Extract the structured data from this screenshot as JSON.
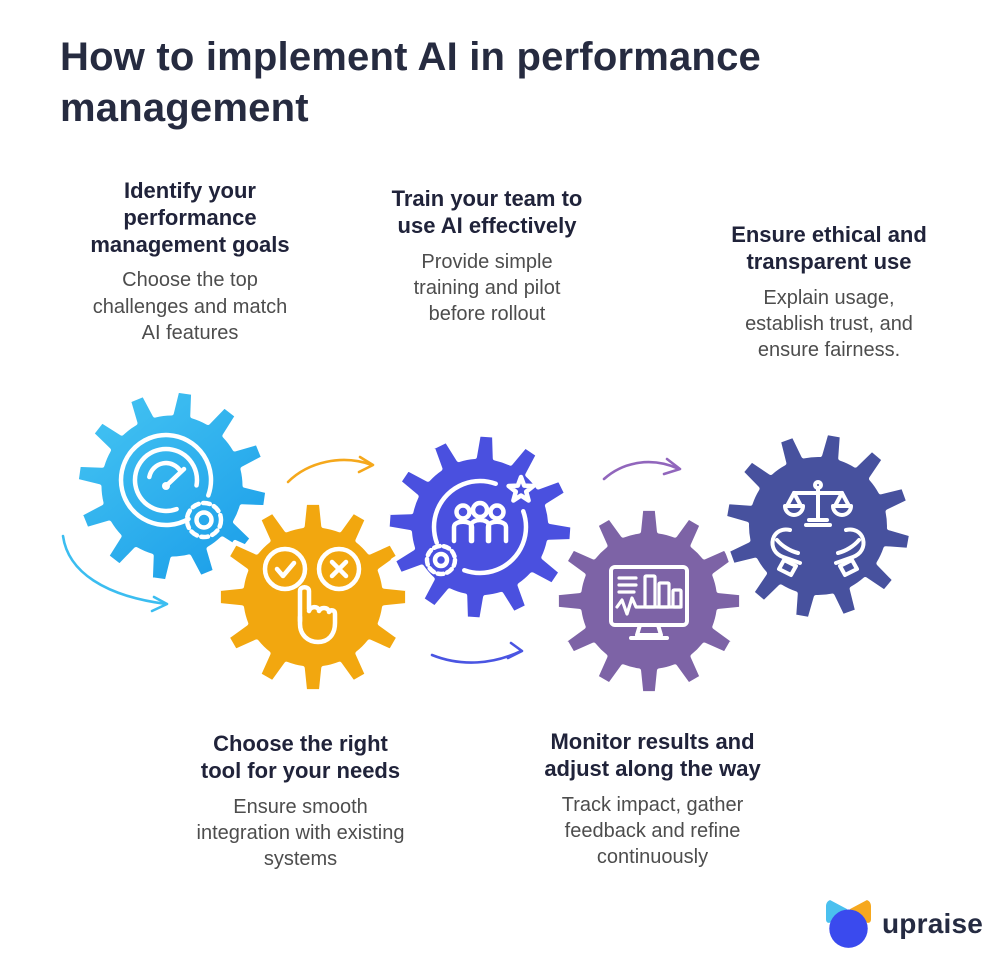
{
  "title_lines": [
    "How to implement AI in performance",
    "management"
  ],
  "steps": [
    {
      "heading_lines": [
        "Identify your",
        "performance",
        "management goals"
      ],
      "description_lines": [
        "Choose the top",
        "challenges and match",
        "AI features"
      ],
      "gear_color": "#2BAAEA",
      "gear_gradient": [
        "#47C6F3",
        "#189BE8"
      ],
      "icon": "performance-gauge"
    },
    {
      "heading_lines": [
        "Choose the right",
        "tool for your needs"
      ],
      "description_lines": [
        "Ensure smooth",
        "integration with existing",
        "systems"
      ],
      "gear_color": "#F2A70F",
      "icon": "select-check-cross"
    },
    {
      "heading_lines": [
        "Train your team to",
        "use AI effectively"
      ],
      "description_lines": [
        "Provide simple",
        "training and pilot",
        "before rollout"
      ],
      "gear_color": "#4A50DF",
      "icon": "team-with-star"
    },
    {
      "heading_lines": [
        "Monitor results and",
        "adjust along the way"
      ],
      "description_lines": [
        "Track impact, gather",
        "feedback and refine",
        "continuously"
      ],
      "gear_color": "#7D63A6",
      "icon": "monitor-analytics"
    },
    {
      "heading_lines": [
        "Ensure ethical and",
        "transparent use"
      ],
      "description_lines": [
        "Explain usage,",
        "establish trust, and",
        "ensure fairness."
      ],
      "gear_color": "#47519E",
      "icon": "scales-in-hands"
    }
  ],
  "arrows": [
    {
      "from": "step-1",
      "to": "step-2",
      "color": "#3BBDF0"
    },
    {
      "from": "step-2",
      "to": "step-3",
      "color": "#F5A81C"
    },
    {
      "from": "step-3",
      "to": "step-4",
      "color": "#4A55E2"
    },
    {
      "from": "step-4",
      "to": "step-5",
      "color": "#9166BC"
    }
  ],
  "logo": {
    "text": "upraise",
    "body_color": "#3A4AEE",
    "petal_left_color": "#4AC0EF",
    "petal_right_color": "#F6A81E",
    "text_color": "#252B42"
  }
}
